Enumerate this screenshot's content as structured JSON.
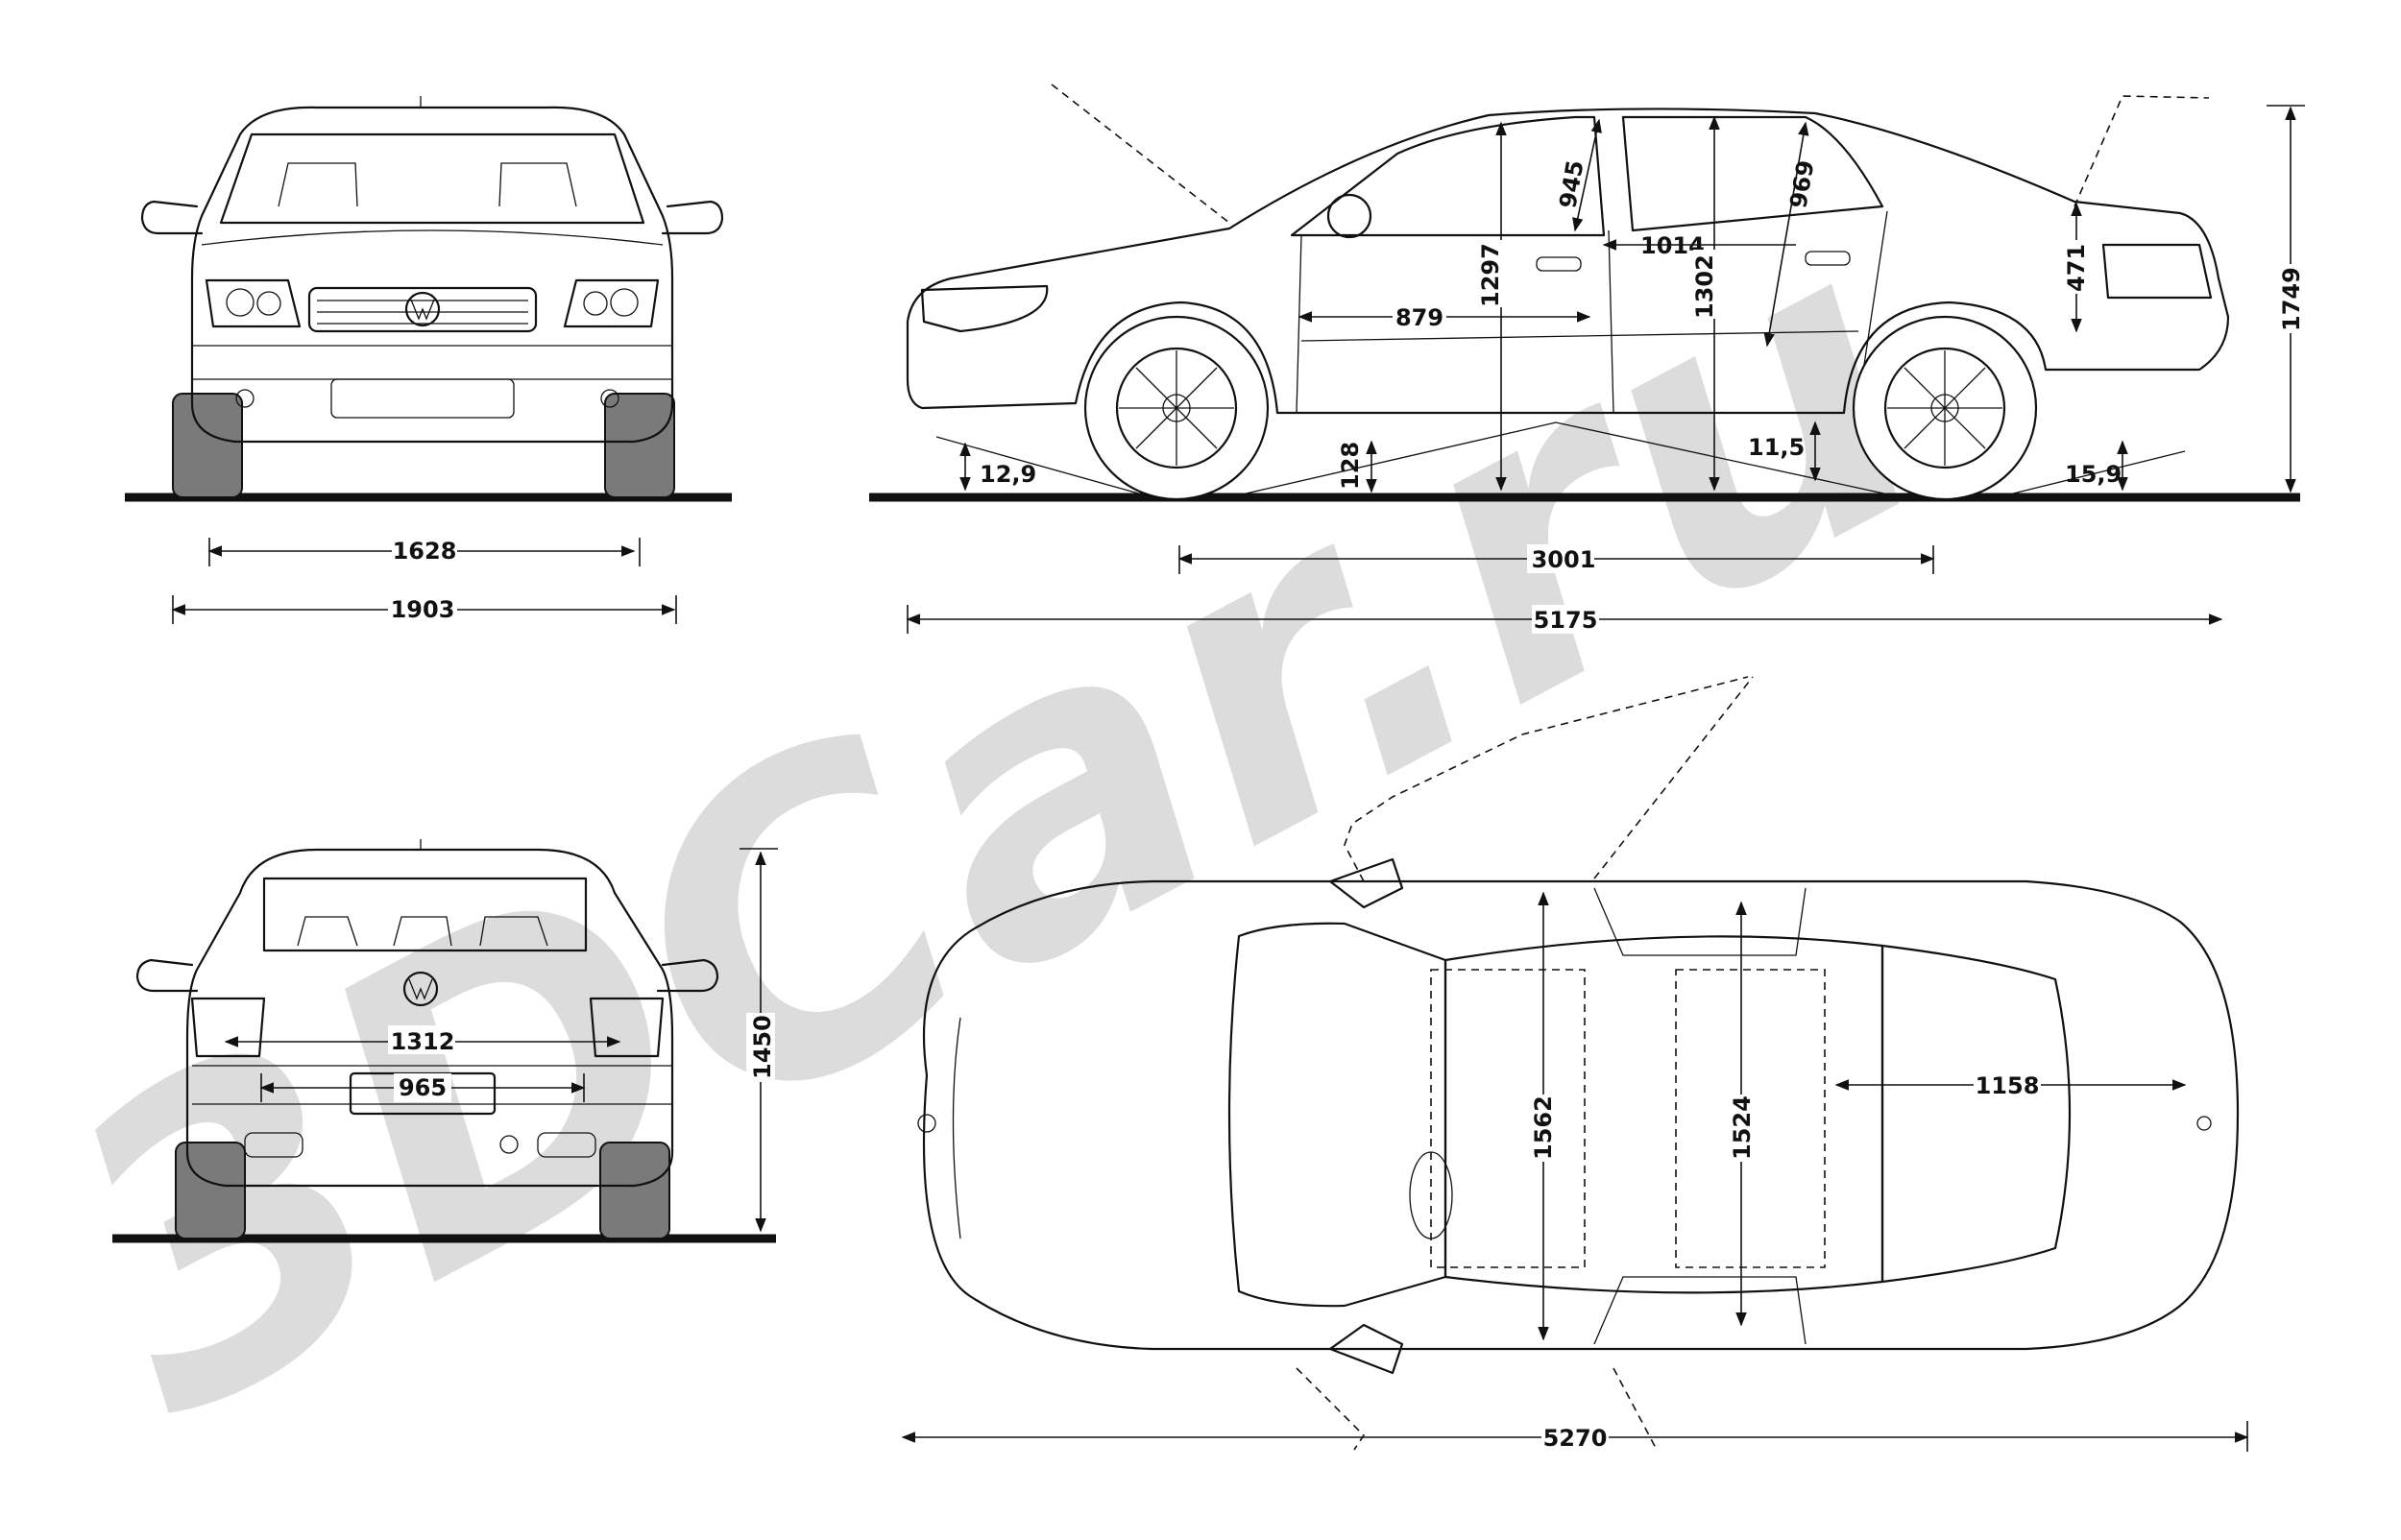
{
  "watermark": {
    "text": "3DCar.ru",
    "color": "#dcdcdc"
  },
  "front_view": {
    "dimensions": {
      "track_front": "1628",
      "width": "1903"
    }
  },
  "side_view": {
    "dimensions": {
      "overhang_angle_front": "12,9",
      "ground_clearance": "128",
      "hood_to_roof_front": "945",
      "front_seat_height": "1297",
      "front_legroom": "879",
      "door_spacing": "1014",
      "rear_seat_height": "1302",
      "rear_headroom": "969",
      "breakover_angle": "11,5",
      "trunk_height": "471",
      "overhang_angle_rear": "15,9",
      "height": "1749",
      "wheelbase": "3001",
      "length": "5175"
    }
  },
  "rear_view": {
    "dimensions": {
      "trunk_opening_width": "1312",
      "plate_width": "965",
      "height": "1450"
    }
  },
  "top_view": {
    "dimensions": {
      "front_interior_width": "1562",
      "rear_interior_width": "1524",
      "trunk_length": "1158",
      "length": "5270"
    }
  },
  "colors": {
    "line": "#111111",
    "tire": "#7a7a7a",
    "background": "#ffffff"
  }
}
